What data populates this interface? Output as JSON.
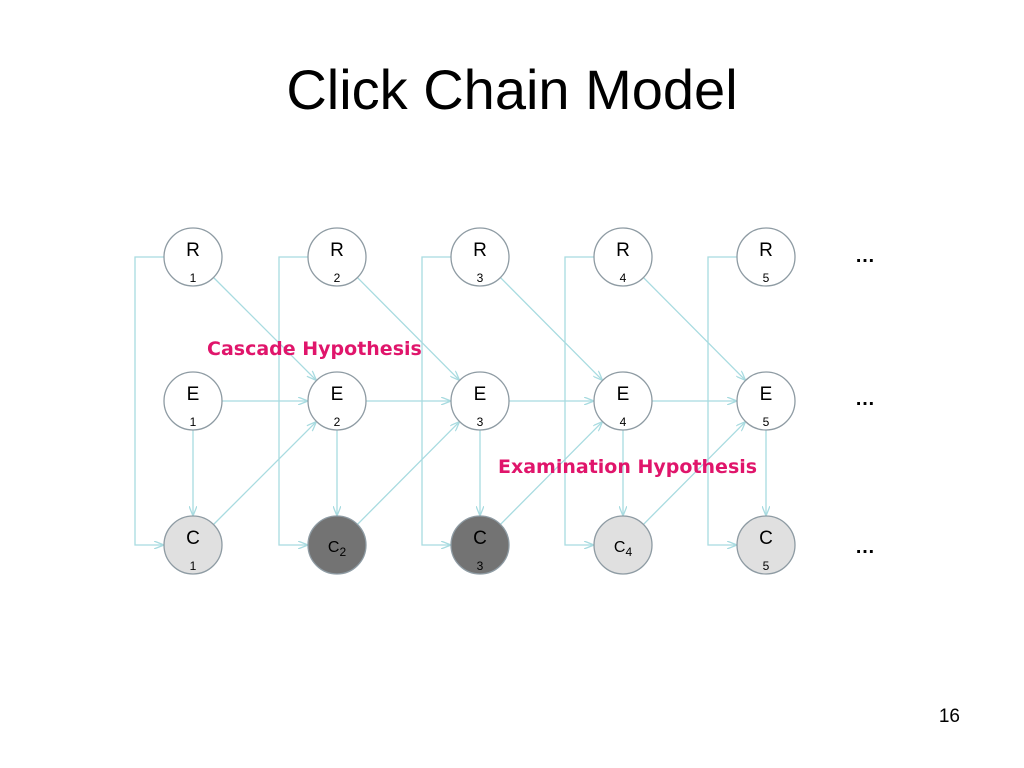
{
  "slide": {
    "title": "Click Chain Model",
    "page_number": "16"
  },
  "colors": {
    "edge": "#a8dbe0",
    "node_stroke": "#8e9ba3",
    "node_fill": "#ffffff",
    "clicked_fill": "#737373",
    "unclicked_fill": "#e0e0e0",
    "annotation": "#e0156b"
  },
  "nodes": [
    {
      "letter": "R",
      "sub": "1",
      "row": "R",
      "col": 1,
      "state": "plain"
    },
    {
      "letter": "R",
      "sub": "2",
      "row": "R",
      "col": 2,
      "state": "plain"
    },
    {
      "letter": "R",
      "sub": "3",
      "row": "R",
      "col": 3,
      "state": "plain"
    },
    {
      "letter": "R",
      "sub": "4",
      "row": "R",
      "col": 4,
      "state": "plain"
    },
    {
      "letter": "R",
      "sub": "5",
      "row": "R",
      "col": 5,
      "state": "plain"
    },
    {
      "letter": "E",
      "sub": "1",
      "row": "E",
      "col": 1,
      "state": "plain"
    },
    {
      "letter": "E",
      "sub": "2",
      "row": "E",
      "col": 2,
      "state": "plain"
    },
    {
      "letter": "E",
      "sub": "3",
      "row": "E",
      "col": 3,
      "state": "plain"
    },
    {
      "letter": "E",
      "sub": "4",
      "row": "E",
      "col": 4,
      "state": "plain"
    },
    {
      "letter": "E",
      "sub": "5",
      "row": "E",
      "col": 5,
      "state": "plain"
    },
    {
      "letter": "C",
      "sub": "1",
      "row": "C",
      "col": 1,
      "state": "unclicked",
      "inline_sub": false
    },
    {
      "letter": "C",
      "sub": "2",
      "row": "C",
      "col": 2,
      "state": "clicked",
      "inline_sub": true
    },
    {
      "letter": "C",
      "sub": "3",
      "row": "C",
      "col": 3,
      "state": "clicked",
      "inline_sub": false
    },
    {
      "letter": "C",
      "sub": "4",
      "row": "C",
      "col": 4,
      "state": "unclicked",
      "inline_sub": true
    },
    {
      "letter": "C",
      "sub": "5",
      "row": "C",
      "col": 5,
      "state": "unclicked",
      "inline_sub": false
    }
  ],
  "ellipsis": "…",
  "annotations": {
    "cascade": "Cascade Hypothesis",
    "examination": "Examination Hypothesis"
  }
}
